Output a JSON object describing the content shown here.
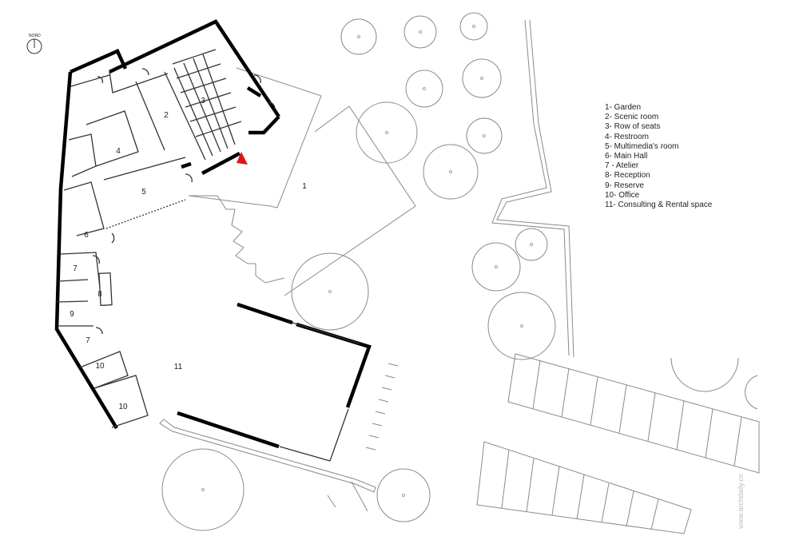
{
  "north_label": "NORD",
  "legend": [
    "1- Garden",
    "2- Scenic room",
    "3- Row of seats",
    "4- Restroom",
    "5- Multimedia's room",
    "6- Main Hall",
    "7 - Atelier",
    "8- Reception",
    "9- Reserve",
    "10- Office",
    "11- Consulting & Rental space"
  ],
  "room_labels": [
    "1",
    "2",
    "3",
    "4",
    "5",
    "6",
    "7",
    "8",
    "9",
    "7",
    "10",
    "10",
    "11"
  ],
  "watermark": "www.archdaily.cn",
  "accent_color": "#e0141e"
}
